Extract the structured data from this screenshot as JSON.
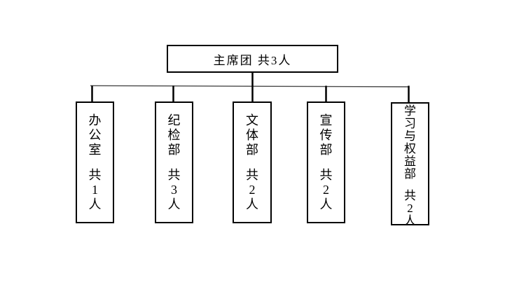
{
  "diagram": {
    "type": "org-chart",
    "colors": {
      "background": "#ffffff",
      "box_border": "#000000",
      "rail_line": "#4a4a4a",
      "text": "#000000"
    },
    "root": {
      "label": "主席团 共3人",
      "name": "主席团",
      "headcount": "共3人"
    },
    "departments": [
      {
        "name": "办公室",
        "headcount": "共1人",
        "display": "办\n公\n室\n\n共\n1\n人"
      },
      {
        "name": "纪检部",
        "headcount": "共3人",
        "display": "纪\n检\n部\n\n共\n3\n人"
      },
      {
        "name": "文体部",
        "headcount": "共2人",
        "display": "文\n体\n部\n\n共\n2\n人"
      },
      {
        "name": "宣传部",
        "headcount": "共2人",
        "display": "宣\n传\n部\n\n共\n2\n人"
      },
      {
        "name": "学习与权益部",
        "headcount": "共2人",
        "display": "学\n习\n与\n权\n益\n部\n\n共\n2\n人"
      }
    ]
  }
}
